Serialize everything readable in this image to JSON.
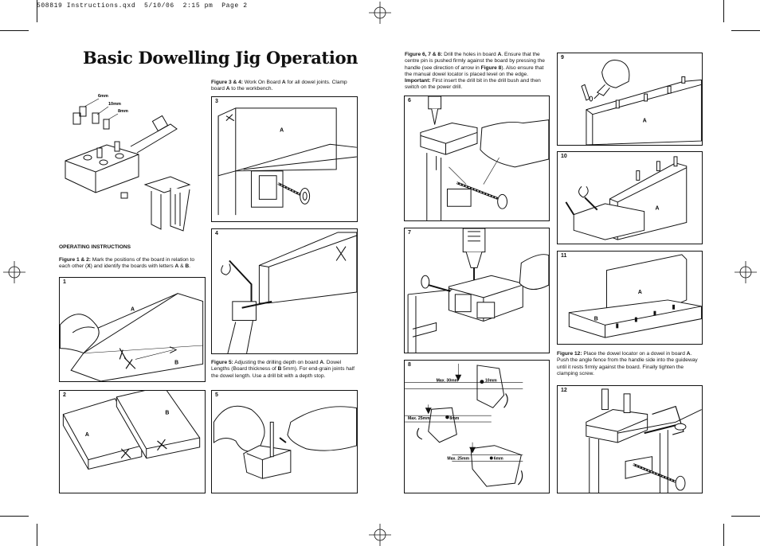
{
  "header": {
    "slug": "508819 Instructions.qxd  5/10/06  2:15 pm  Page 2"
  },
  "title": "Basic Dowelling Jig Operation",
  "overview": {
    "labels": [
      "6mm",
      "10mm",
      "8mm"
    ]
  },
  "operating": {
    "heading": "OPERATING INSTRUCTIONS",
    "fig12_text": {
      "lead": "Figure 1 & 2:",
      "body": " Mark the positions of the board in relation to each other (",
      "x": "X",
      "body2": ") and identify the boards with letters ",
      "a": "A",
      "amp": " & ",
      "b": "B",
      "end": "."
    }
  },
  "fig34_text": {
    "lead": "Figure 3 & 4:",
    "body": " Work On Board ",
    "a": "A",
    "body2": " for all dowel joints. Clamp board ",
    "a2": "A",
    "end": " to the workbench."
  },
  "fig5_text": {
    "lead": "Figure 5:",
    "body": " Adjusting the drilling depth on board ",
    "a": "A",
    "body2": ". Dowel Lengths (Board thickness of ",
    "b": "B",
    "end": " 5mm). For end-grain joints half the dowel length. Use a drill bit with a depth stop."
  },
  "fig678_text": {
    "lead": "Figure 6, 7 & 8:",
    "body": " Drill the holes in board ",
    "a": "A",
    "body2": ". Ensure that the centre pin is pushed firmly against the board by pressing the handle (see direction of arrow in ",
    "fig": "Figure 8",
    "body3": "). Also ensure that the manual dowel locator is placed level on the edge.",
    "imp": "Important:",
    "end": " First insert the drill bit in the drill bush and then switch on the power drill."
  },
  "fig12b_text": {
    "lead": "Figure 12:",
    "body": " Place the dowel locator on a dowel in board ",
    "a": "A",
    "end": ". Push the angle fence from the handle side into the guideway until it rests firmly against the board. Finally tighten the clamping screw."
  },
  "figures": [
    {
      "num": "1",
      "labels": [
        "A",
        "B"
      ]
    },
    {
      "num": "2",
      "labels": [
        "A",
        "B"
      ]
    },
    {
      "num": "3",
      "labels": [
        "A"
      ]
    },
    {
      "num": "4",
      "labels": []
    },
    {
      "num": "5",
      "labels": []
    },
    {
      "num": "6",
      "labels": []
    },
    {
      "num": "7",
      "labels": []
    },
    {
      "num": "8",
      "labels": [
        "Max. 30mm",
        "10mm",
        "Max. 25mm",
        "8mm",
        "Max. 25mm",
        "6mm"
      ]
    },
    {
      "num": "9",
      "labels": [
        "A"
      ]
    },
    {
      "num": "10",
      "labels": [
        "A"
      ]
    },
    {
      "num": "11",
      "labels": [
        "A",
        "B"
      ]
    },
    {
      "num": "12",
      "labels": []
    }
  ]
}
